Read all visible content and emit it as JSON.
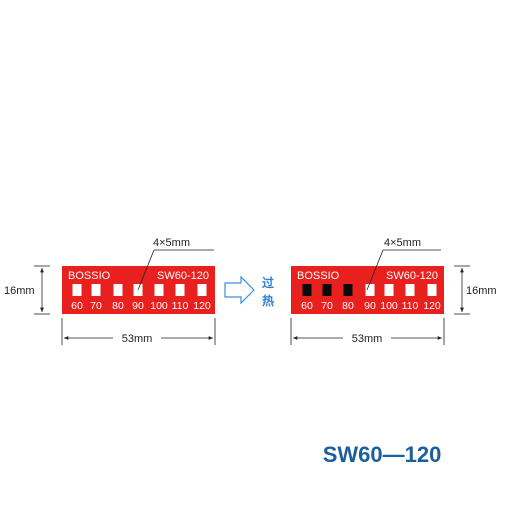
{
  "colors": {
    "label_red": "#e8201e",
    "window_white": "#ffffff",
    "window_black": "#0a0a0a",
    "dimension_line": "#222222",
    "arrow_blue": "#3a8fd6",
    "overheat_text": "#2f7fd0",
    "model_title": "#1d5f9e"
  },
  "labels": {
    "brand": "BOSSIO",
    "model": "SW60-120",
    "window_size": "4×5mm",
    "width_dim": "53mm",
    "height_dim": "16mm"
  },
  "temperatures": [
    "60",
    "70",
    "80",
    "90",
    "100",
    "110",
    "120"
  ],
  "before_state": [
    "white",
    "white",
    "white",
    "white",
    "white",
    "white",
    "white"
  ],
  "after_state": [
    "black",
    "black",
    "black",
    "white",
    "white",
    "white",
    "white"
  ],
  "overheat_label": [
    "过",
    "热"
  ],
  "product_title": "SW60—120"
}
